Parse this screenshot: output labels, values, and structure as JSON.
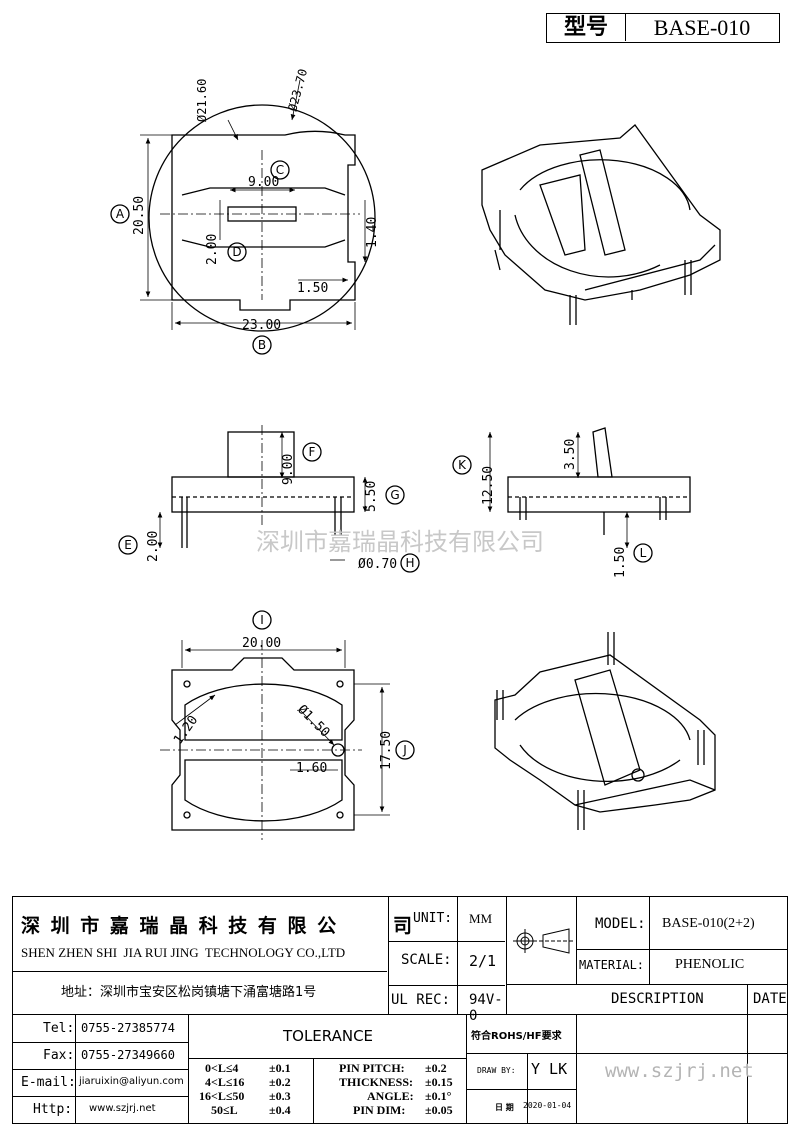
{
  "header": {
    "model_label": "型号",
    "model_value": "BASE-010"
  },
  "dimensions": {
    "d21_60": "Ø21.60",
    "d23_70": "Ø23.70",
    "w9_00": "9.00",
    "h20_50": "20.50",
    "h1_40": "1.40",
    "h2_00": "2.00",
    "w1_50": "1.50",
    "w23_00": "23.00",
    "h9_00": "9.00",
    "h5_50": "5.50",
    "h2_00b": "2.00",
    "d0_70": "Ø0.70",
    "h3_50": "3.50",
    "h12_50": "12.50",
    "h1_50": "1.50",
    "w20_00": "20.00",
    "r1_20": "1.20",
    "d1_50": "Ø1.50",
    "w1_60": "1.60",
    "h17_50": "17.50"
  },
  "markers": [
    "A",
    "B",
    "C",
    "D",
    "E",
    "F",
    "G",
    "H",
    "I",
    "J",
    "K",
    "L"
  ],
  "watermark": "深圳市嘉瑞晶科技有限公司",
  "title_block": {
    "company_cn": "深 圳 市 嘉 瑞 晶 科 技 有 限 公",
    "company_cn_tail": "司",
    "company_en": "SHEN ZHEN SHI  JIA RUI JING  TECHNOLOGY CO.,LTD",
    "address": "地址：深圳市宝安区松岗镇塘下涌富塘路1号",
    "unit_label": "UNIT:",
    "unit_value": "MM",
    "scale_label": "SCALE:",
    "scale_value": "2/1",
    "ul_label": "UL REC:",
    "ul_value": "94V-0",
    "model_label": "MODEL:",
    "model_value": "BASE-010(2+2)",
    "material_label": "MATERIAL:",
    "material_value": "PHENOLIC",
    "description_label": "DESCRIPTION",
    "date_label": "DATE",
    "tel_label": "Tel:",
    "tel_value": "0755-27385774",
    "fax_label": "Fax:",
    "fax_value": "0755-27349660",
    "email_label": "E-mail:",
    "email_value": "jiaruixin@aliyun.com",
    "http_label": "Http:",
    "http_value": "www.szjrj.net",
    "tolerance_label": "TOLERANCE",
    "rohs": "符合ROHS/HF要求",
    "draw_label": "DRAW BY:",
    "draw_value": "Y LK",
    "date_cn_label": "日 期",
    "date_value": "2020-01-04",
    "website": "www.szjrj.net",
    "tol_rows": [
      {
        "range": "0<L≤4",
        "tol": "±0.1"
      },
      {
        "range": "4<L≤16",
        "tol": "±0.2"
      },
      {
        "range": "16<L≤50",
        "tol": "±0.3"
      },
      {
        "range": "50≤L",
        "tol": "±0.4"
      }
    ],
    "pin_rows": [
      {
        "name": "PIN PITCH:",
        "tol": "±0.2"
      },
      {
        "name": "THICKNESS:",
        "tol": "±0.15"
      },
      {
        "name": "ANGLE:",
        "tol": "±0.1°"
      },
      {
        "name": "PIN DIM:",
        "tol": "±0.05"
      }
    ]
  }
}
